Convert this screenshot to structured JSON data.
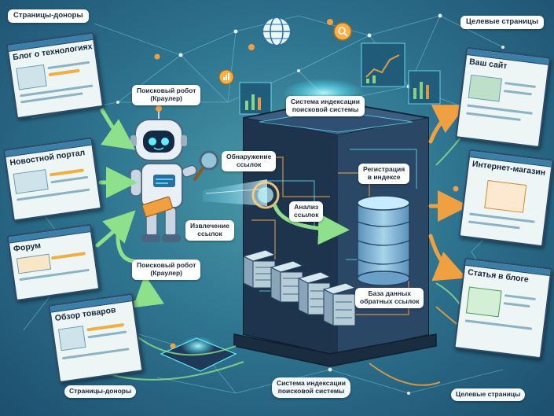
{
  "labels": {
    "donors_top": "Страницы-доноры",
    "donors_bottom": "Страницы-доноры",
    "targets_top": "Целевые страницы",
    "targets_bottom": "Целевые страницы",
    "crawler_top": "Поисковый робот\n(Краулер)",
    "crawler_bottom": "Поисковый робот\n(Краулер)",
    "index_system_top": "Система индексации\nпоисковой системы",
    "index_system_bottom": "Система индексации\nпоисковой системы",
    "link_discovery": "Обнаружение\nссылок",
    "link_extraction": "Извлечение\nссылок",
    "link_analysis": "Анализ\nссылок",
    "index_registration": "Регистрация\nв индексе",
    "backlink_db": "База данных\nобратных ссылок"
  },
  "donor_pages": [
    {
      "title": "Блог о технологиях"
    },
    {
      "title": "Новостной портал"
    },
    {
      "title": "Форум"
    },
    {
      "title": "Обзор товаров"
    }
  ],
  "target_pages": [
    {
      "title": "Ваш сайт"
    },
    {
      "title": "Интернет-магазин"
    },
    {
      "title": "Статья в блоге"
    }
  ],
  "icons": [
    "globe-icon",
    "magnifier-icon",
    "chart-icon",
    "robot-icon",
    "database-icon",
    "server-icon",
    "cart-icon",
    "cursor-icon",
    "checkmark-icon"
  ],
  "colors": {
    "background": "#2f7590",
    "arrow_green": "#8fe08a",
    "arrow_orange": "#f0a040",
    "cube_dark": "#243c56",
    "glow_cyan": "#5ef0ff"
  }
}
